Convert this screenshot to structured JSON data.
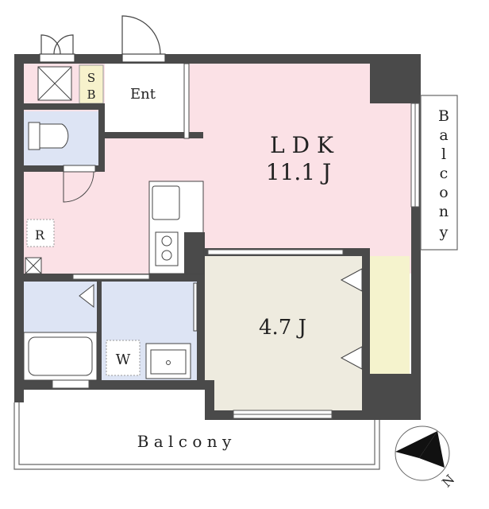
{
  "rooms": {
    "ldk_name": "L D K",
    "ldk_size": "11.1 J",
    "bedroom_size": "4.7 J",
    "entrance": "Ent",
    "shoe_box_s": "S",
    "shoe_box_b": "B",
    "refrigerator": "R",
    "washer": "W"
  },
  "balconies": {
    "east_letters": [
      "B",
      "a",
      "l",
      "c",
      "o",
      "n",
      "y"
    ],
    "south": "B a l c o n y"
  },
  "compass": {
    "north": "N"
  },
  "colors": {
    "wall": "#4a4a4a",
    "ldk": "#fbe1e6",
    "bedroom": "#eeebdf",
    "wet_area": "#dde4f4",
    "closet": "#f5f3cd",
    "shoe_box": "#f7f2cc"
  }
}
